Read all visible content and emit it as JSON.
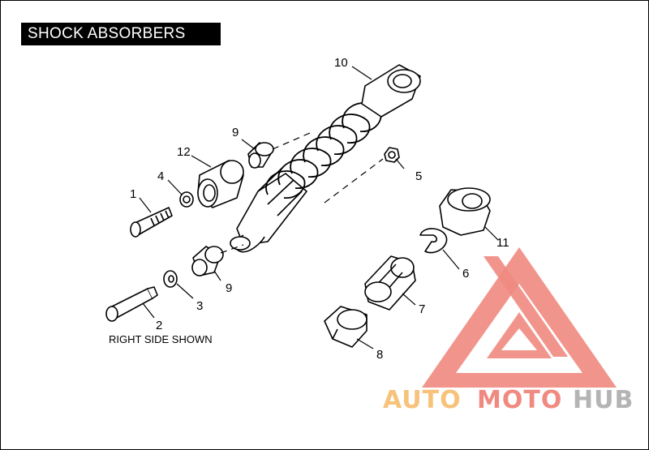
{
  "title": "SHOCK ABSORBERS",
  "caption": "RIGHT SIDE SHOWN",
  "callouts": [
    "1",
    "2",
    "3",
    "4",
    "5",
    "6",
    "7",
    "8",
    "9",
    "9",
    "10",
    "11",
    "12"
  ],
  "watermark": {
    "part1": "AUTO",
    "part2": "MOTO",
    "part3": "HUB"
  },
  "colors": {
    "ink": "#000000",
    "wm_red": "#f08a80",
    "wm_orange": "#f7c27a",
    "wm_gray": "#b4b4b4"
  }
}
